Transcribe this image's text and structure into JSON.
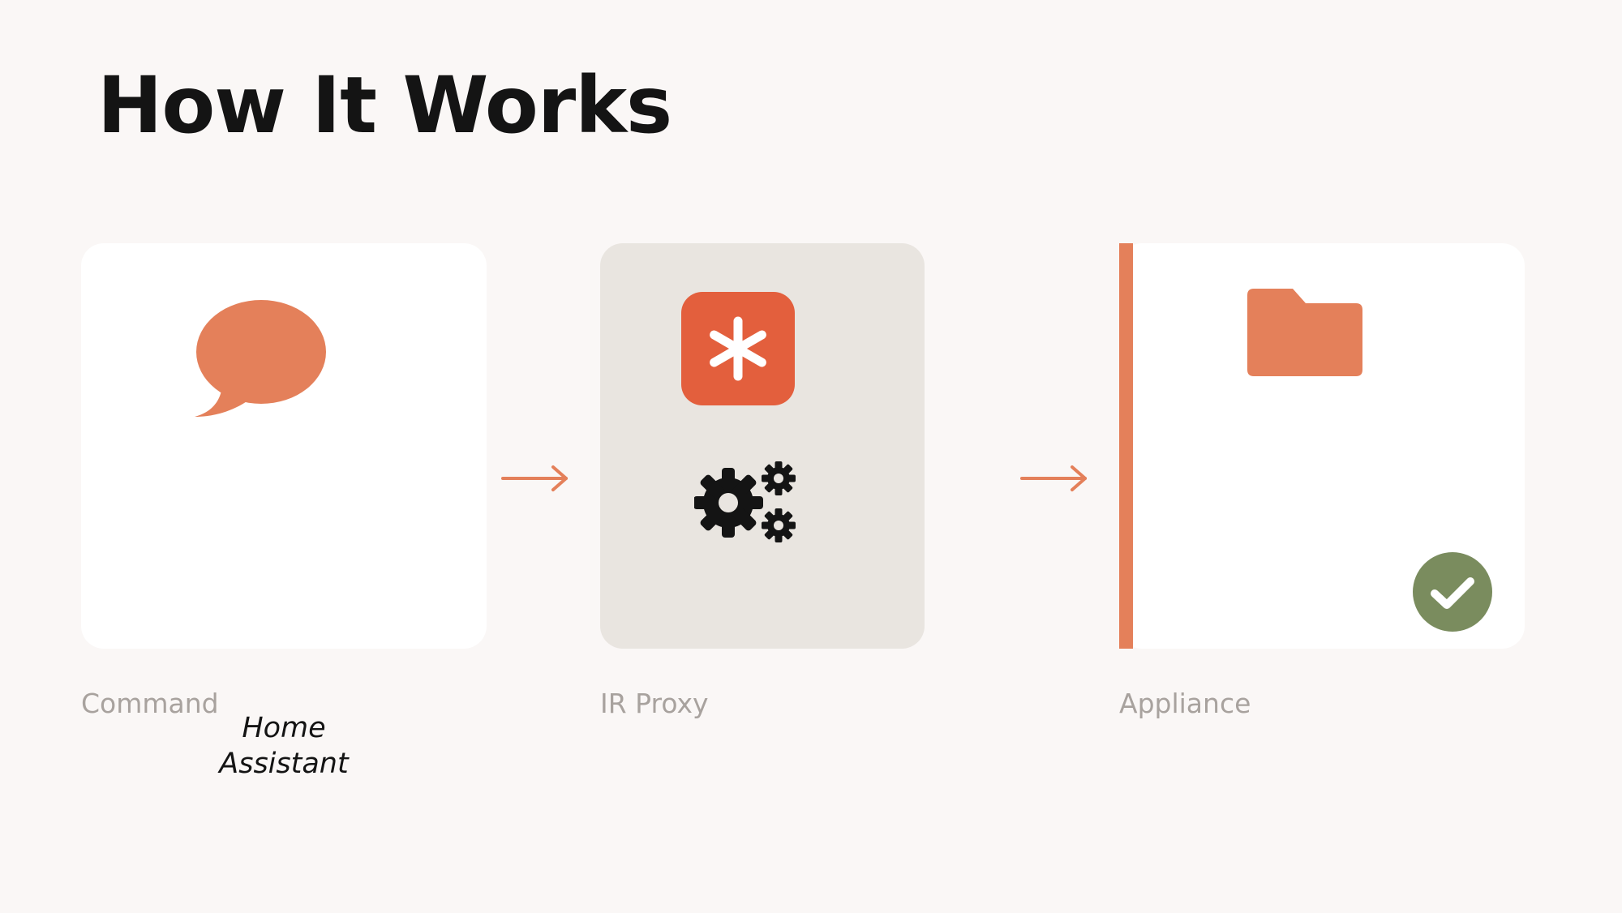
{
  "title": "How It Works",
  "steps": [
    {
      "caption": "Command",
      "card_text_lines": [
        "Home",
        "Assistant"
      ],
      "icon": "speech-bubble-icon"
    },
    {
      "caption": "IR Proxy",
      "icon": "asterisk-icon",
      "icon_secondary": "gears-icon"
    },
    {
      "caption": "Appliance",
      "icon": "folder-icon",
      "status_icon": "check-circle-icon"
    }
  ],
  "connectors": [
    "arrow-right-icon",
    "arrow-right-icon"
  ],
  "colors": {
    "background": "#faf7f6",
    "accent": "#e4805a",
    "asterisk_tile": "#e35f3d",
    "proxy_card": "#e9e5e0",
    "success": "#7a8c5e",
    "text_dark": "#141414",
    "caption": "#a8a29e"
  }
}
